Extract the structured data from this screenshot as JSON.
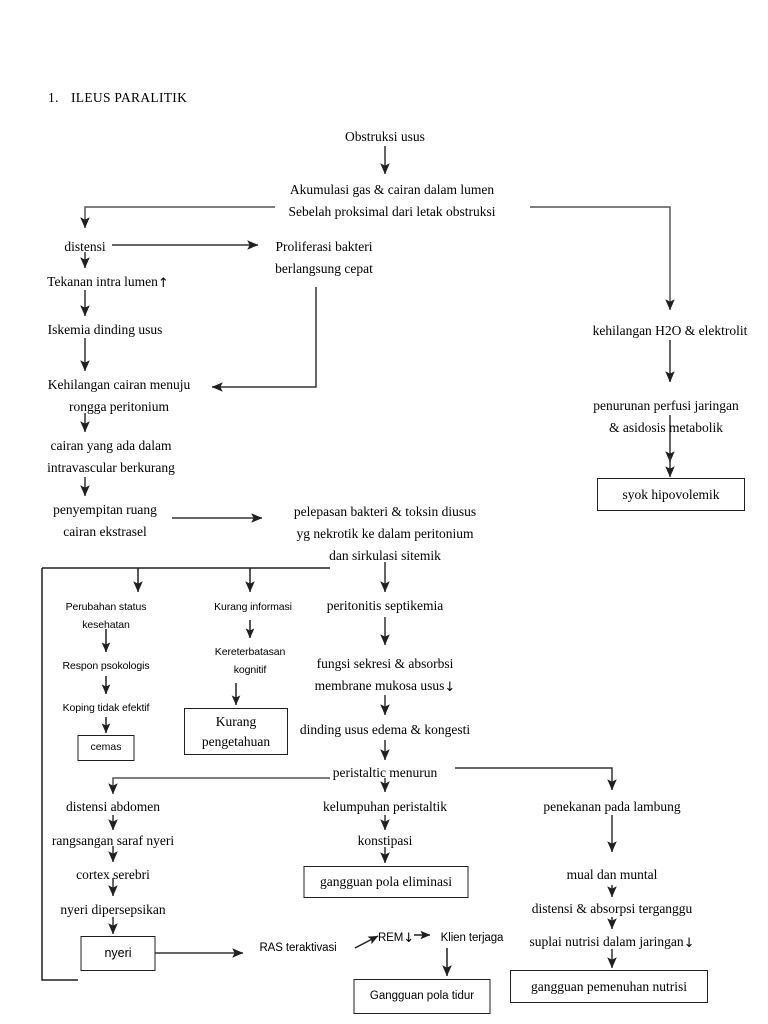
{
  "document": {
    "title": "ILEUS PARALITIK",
    "list_number": "1.",
    "type": "pathophysiology-flowchart",
    "language": "id"
  },
  "nodes": {
    "obstruksi_usus": "Obstruksi usus",
    "akumulasi_line1": "Akumulasi gas & cairan dalam lumen",
    "akumulasi_line2": "Sebelah proksimal dari letak obstruksi",
    "distensi": "distensi",
    "proliferasi_line1": "Proliferasi bakteri",
    "proliferasi_line2": "berlangsung cepat",
    "tekanan_intra_lumen": "Tekanan intra lumen",
    "iskemia": "Iskemia dinding usus",
    "kehilangan_cairan_line1": "Kehilangan cairan menuju",
    "kehilangan_cairan_line2": "rongga peritonium",
    "cairan_intravascular_line1": "cairan yang ada dalam",
    "cairan_intravascular_line2": "intravascular berkurang",
    "penyempitan_line1": "penyempitan ruang",
    "penyempitan_line2": "cairan ekstrasel",
    "kehilangan_h2o": "kehilangan H2O & elektrolit",
    "penurunan_perfusi_line1": "penurunan perfusi jaringan",
    "penurunan_perfusi_line2": "& asidosis metabolik",
    "syok_hipovolemik": "syok hipovolemik",
    "pelepasan_line1": "pelepasan bakteri & toksin diusus",
    "pelepasan_line2": "yg nekrotik ke dalam peritonium",
    "pelepasan_line3": "dan sirkulasi sitemik",
    "peritonitis": "peritonitis septikemia",
    "fungsi_sekresi_line1": "fungsi sekresi & absorbsi",
    "fungsi_sekresi_line2": "membrane mukosa usus",
    "dinding_usus_edema": "dinding usus edema & kongesti",
    "peristaltic_menurun": "peristaltic menurun",
    "perubahan_status_line1": "Perubahan status",
    "perubahan_status_line2": "kesehatan",
    "respon_psokologis": "Respon psokologis",
    "koping_tidak_efektif": "Koping tidak efektif",
    "cemas": "cemas",
    "kurang_informasi": "Kurang informasi",
    "kereterbatasan_line1": "Kereterbatasan",
    "kereterbatasan_line2": "kognitif",
    "kurang_pengetahuan_line1": "Kurang",
    "kurang_pengetahuan_line2": "pengetahuan",
    "distensi_abdomen": "distensi abdomen",
    "rangsangan_saraf_nyeri": "rangsangan saraf nyeri",
    "cortex_serebri": "cortex serebri",
    "nyeri_dipersepsikan": "nyeri dipersepsikan",
    "nyeri": "nyeri",
    "kelumpuhan_peristaltik": "kelumpuhan peristaltik",
    "konstipasi": "konstipasi",
    "gangguan_pola_eliminasi": "gangguan pola eliminasi",
    "ras_teraktivasi": "RAS teraktivasi",
    "rem": "REM",
    "klien_terjaga": "Klien terjaga",
    "gangguan_pola_tidur": "Gangguan pola tidur",
    "penekanan_lambung": "penekanan pada lambung",
    "mual_muntal": "mual dan muntal",
    "distensi_absorpsi": "distensi & absorpsi terganggu",
    "suplai_nutrisi": "suplai nutrisi dalam jaringan",
    "gangguan_pemenuhan_nutrisi": "gangguan pemenuhan nutrisi"
  },
  "glyphs": {
    "arrow_up": "↑",
    "arrow_down": "↓"
  },
  "colors": {
    "ink": "#231f20",
    "line": "#3a3a3a",
    "line_light": "#6e6e6e",
    "page": "#ffffff"
  }
}
